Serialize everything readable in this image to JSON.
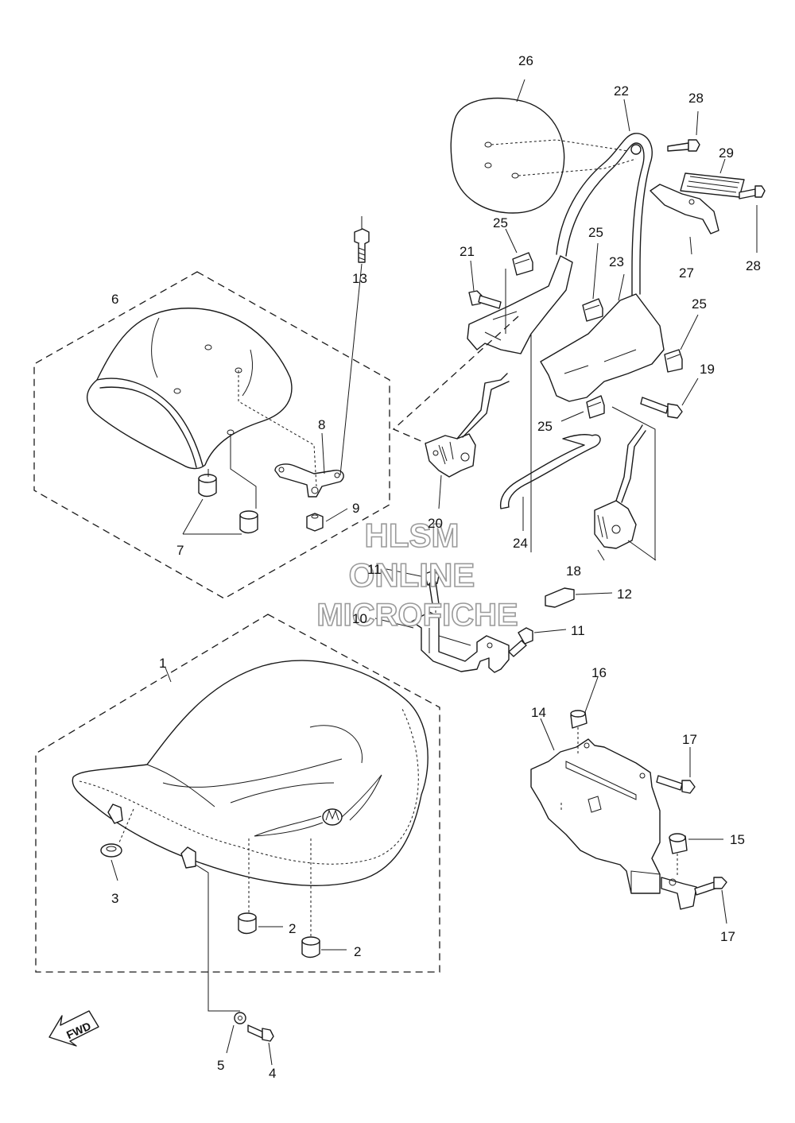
{
  "diagram": {
    "callouts": [
      "1",
      "2",
      "2",
      "3",
      "4",
      "5",
      "6",
      "7",
      "8",
      "9",
      "10",
      "11",
      "11",
      "12",
      "13",
      "14",
      "15",
      "16",
      "17",
      "17",
      "18",
      "19",
      "20",
      "21",
      "22",
      "23",
      "24",
      "25",
      "25",
      "25",
      "25",
      "26",
      "27",
      "28",
      "28",
      "29"
    ],
    "watermark": {
      "line1": "HLSM",
      "line2": "ONLINE",
      "line3": "MICROFICHE"
    },
    "direction_tag": "FWD"
  }
}
